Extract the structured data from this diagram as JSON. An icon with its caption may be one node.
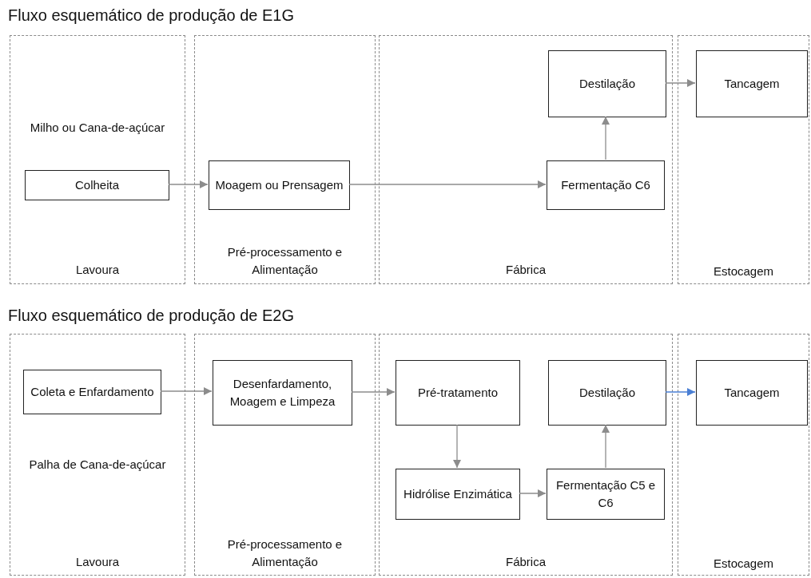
{
  "diagram": {
    "nodes": [
      {
        "text": [
          "Milho ou Cana-de-açúcar",
          "Lavoura"
        ]
      },
      {
        "text": [
          "Colheita"
        ],
        "in": 0
      },
      {
        "text": [
          "Pré-processamento e Alimentação"
        ]
      },
      {
        "text": [
          "Moagem ou Prensagem"
        ],
        "in": 2
      },
      {
        "text": [
          "Fábrica"
        ]
      },
      {
        "text": [
          "Destilação"
        ],
        "in": 4
      },
      {
        "text": [
          "Fermentação C6"
        ],
        "in": 4
      },
      {
        "text": [
          "Estocagem"
        ]
      },
      {
        "text": [
          "Tancagem"
        ],
        "in": 7
      },
      {
        "text": [
          "Palha de Cana-de-açúcar",
          "Lavoura"
        ]
      },
      {
        "text": [
          "Coleta e Enfardamento"
        ],
        "in": 9
      },
      {
        "text": [
          "Pré-processamento e Alimentação"
        ]
      },
      {
        "text": [
          "Desenfardamento, Moagem e Limpeza"
        ],
        "in": 11
      },
      {
        "text": [
          "Fábrica"
        ]
      },
      {
        "text": [
          "Pré-tratamento"
        ],
        "in": 13
      },
      {
        "text": [
          "Destilação"
        ],
        "in": 13
      },
      {
        "text": [
          "Hidrólise Enzimática"
        ],
        "in": 13
      },
      {
        "text": [
          "Fermentação C5 e C6"
        ],
        "in": 13
      },
      {
        "text": [
          "Estocagem"
        ]
      },
      {
        "text": [
          "Tancagem"
        ],
        "in": 18
      }
    ],
    "edges": [
      {
        "from": 1,
        "to": 3,
        "arrow": "to"
      },
      {
        "from": 3,
        "to": 6,
        "arrow": "to"
      },
      {
        "from": 6,
        "to": 5,
        "arrow": "to"
      },
      {
        "from": 5,
        "to": 8,
        "arrow": "to"
      },
      {
        "from": 10,
        "to": 12,
        "arrow": "to"
      },
      {
        "from": 12,
        "to": 14,
        "arrow": "to"
      },
      {
        "from": 14,
        "to": 16,
        "arrow": "to"
      },
      {
        "from": 16,
        "to": 17,
        "arrow": "to"
      },
      {
        "from": 17,
        "to": 15,
        "arrow": "to"
      },
      {
        "from": 15,
        "to": 19,
        "arrow": "to",
        "color": "#4a7fd4"
      }
    ],
    "labels": [
      "Fluxo esquemático de produção de E1G",
      "Fluxo esquemático de produção de E2G"
    ]
  }
}
